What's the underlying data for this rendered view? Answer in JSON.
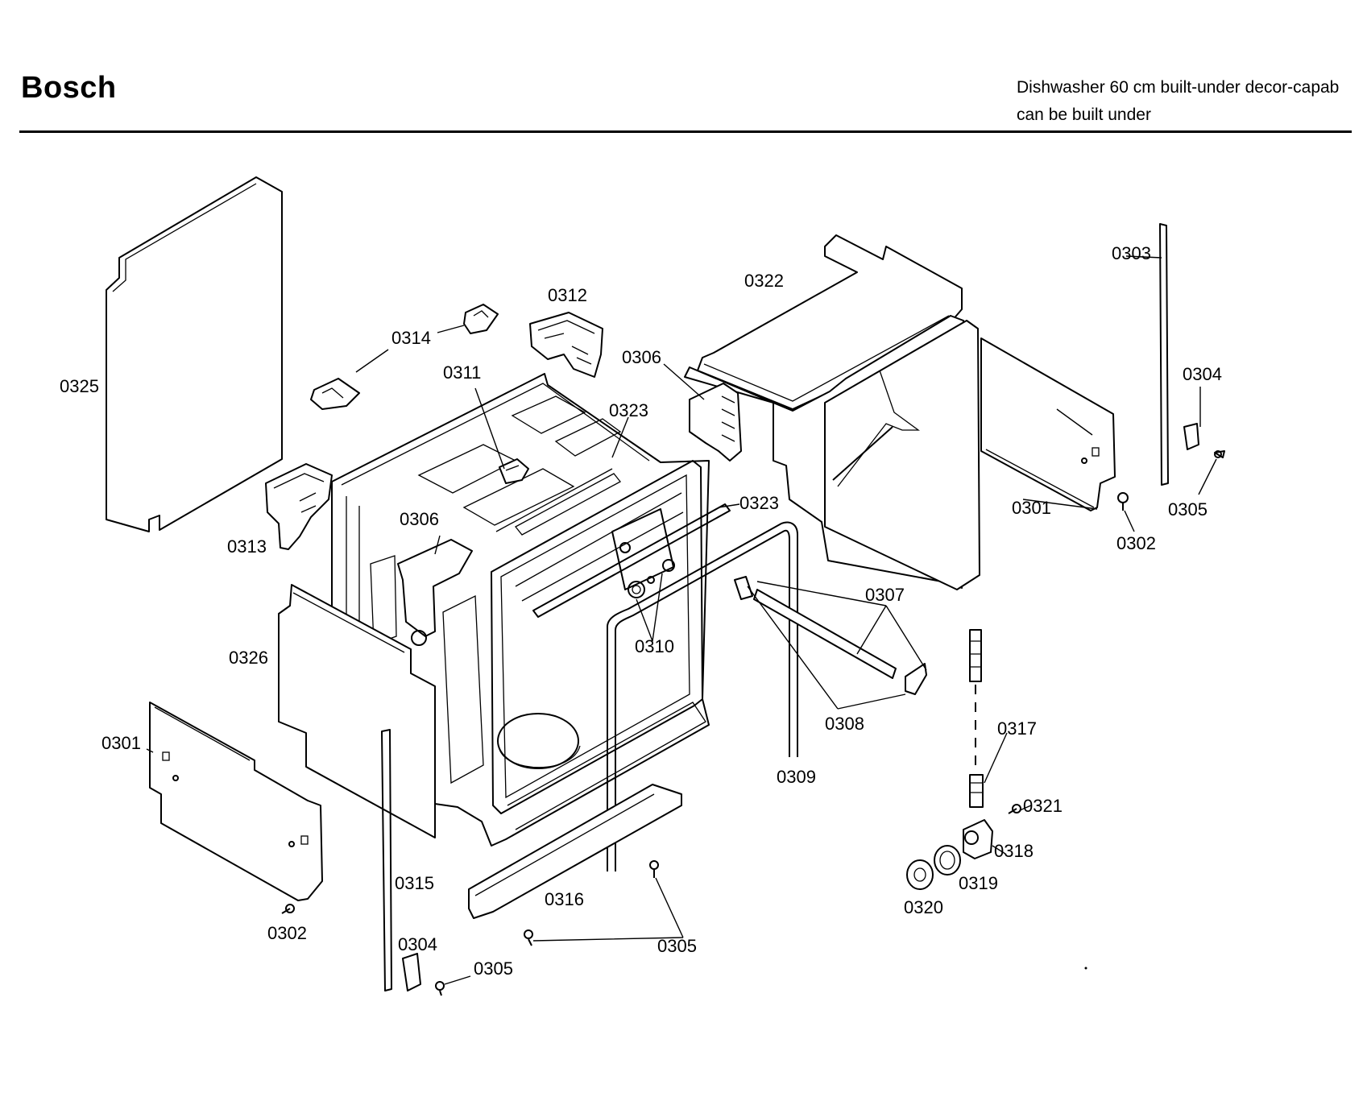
{
  "header": {
    "brand": "Bosch",
    "description_line1": "Dishwasher 60 cm built-under decor-capab",
    "description_line2": "can be built under"
  },
  "callouts": [
    {
      "id": "c0325",
      "label": "0325"
    },
    {
      "id": "c0314",
      "label": "0314"
    },
    {
      "id": "c0312",
      "label": "0312"
    },
    {
      "id": "c0311",
      "label": "0311"
    },
    {
      "id": "c0306a",
      "label": "0306"
    },
    {
      "id": "c0323a",
      "label": "0323"
    },
    {
      "id": "c0322",
      "label": "0322"
    },
    {
      "id": "c0303",
      "label": "0303"
    },
    {
      "id": "c0304a",
      "label": "0304"
    },
    {
      "id": "c0305a",
      "label": "0305"
    },
    {
      "id": "c0302a",
      "label": "0302"
    },
    {
      "id": "c0301a",
      "label": "0301"
    },
    {
      "id": "c0313",
      "label": "0313"
    },
    {
      "id": "c0306b",
      "label": "0306"
    },
    {
      "id": "c0323b",
      "label": "0323"
    },
    {
      "id": "c0307",
      "label": "0307"
    },
    {
      "id": "c0310",
      "label": "0310"
    },
    {
      "id": "c0326",
      "label": "0326"
    },
    {
      "id": "c0308",
      "label": "0308"
    },
    {
      "id": "c0301b",
      "label": "0301"
    },
    {
      "id": "c0309",
      "label": "0309"
    },
    {
      "id": "c0317",
      "label": "0317"
    },
    {
      "id": "c0321",
      "label": "0321"
    },
    {
      "id": "c0315",
      "label": "0315"
    },
    {
      "id": "c0316",
      "label": "0316"
    },
    {
      "id": "c0318",
      "label": "0318"
    },
    {
      "id": "c0319",
      "label": "0319"
    },
    {
      "id": "c0302b",
      "label": "0302"
    },
    {
      "id": "c0320",
      "label": "0320"
    },
    {
      "id": "c0304b",
      "label": "0304"
    },
    {
      "id": "c0305b",
      "label": "0305"
    },
    {
      "id": "c0305c",
      "label": "0305"
    }
  ]
}
